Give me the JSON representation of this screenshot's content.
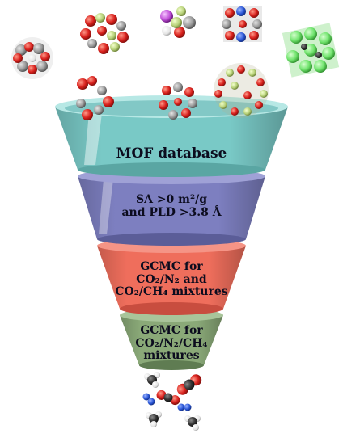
{
  "diagram": {
    "stages": [
      {
        "id": "mof-database",
        "lines": [
          "MOF database"
        ]
      },
      {
        "id": "sa-pld-filter",
        "lines": [
          "SA >0 m²/g",
          "and PLD >3.8 Å"
        ]
      },
      {
        "id": "gcmc-binary",
        "lines": [
          "GCMC for",
          "CO₂/N₂ and",
          "CO₂/CH₄ mixtures"
        ]
      },
      {
        "id": "gcmc-ternary",
        "lines": [
          "GCMC for",
          "CO₂/N₂/CH₄",
          "mixtures"
        ]
      }
    ],
    "colors": {
      "stage1": "#79c9c6",
      "stage2": "#7d7fc0",
      "stage3": "#ef6e5c",
      "stage4": "#8aa978",
      "oxygen": "#d8201c",
      "carbon": "#9a9a9a",
      "nitrogen": "#2b57d8",
      "metal": "#b8d27a",
      "chlorine": "#6fe36c",
      "hydrogen": "#f4f4f4"
    },
    "icons": [
      "mof-crystal-icon",
      "co2-molecule-icon",
      "n2-molecule-icon",
      "ch4-molecule-icon"
    ]
  }
}
